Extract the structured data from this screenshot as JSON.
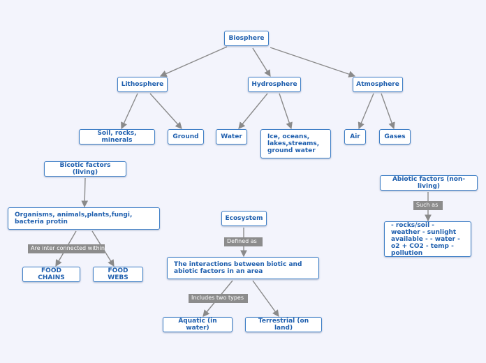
{
  "nodes": {
    "biosphere": "Biosphere",
    "lithosphere": "Lithosphere",
    "hydrosphere": "Hydrosphere",
    "atmosphere": "Atmosphere",
    "soil": "Soil, rocks, minerals",
    "ground": "Ground",
    "water": "Water",
    "ice": "Ice, oceans, lakes,streams, ground water",
    "air": "Air",
    "gases": "Gases",
    "biotic": "Bicotic factors (living)",
    "organisms": "Organisms, animals,plants,fungi, bacteria protin",
    "food_chains": "FOOD CHAINS",
    "food_webs": "FOOD WEBS",
    "ecosystem": "Ecosystem",
    "interactions": "The interactions between biotic and abiotic factors in an area",
    "aquatic": "Aquatic (in water)",
    "terrestrial": "Terrestrial (on land)",
    "abiotic": "Abiotic factors (non-living)",
    "abiotic_list": "- rocks/soil - weather - sunlight available - - water -o2 + CO2 - temp - pollution"
  },
  "edge_labels": {
    "interconnected": "Are inter connected within",
    "defined_as": "Defined as",
    "two_types": "Includes two types",
    "such_as": "Such as"
  },
  "colors": {
    "background": "#f3f4fc",
    "node_border": "#3f7fc6",
    "node_text": "#1f5fae",
    "edge": "#8a8a8a",
    "label_bg": "#8c8c8c"
  }
}
